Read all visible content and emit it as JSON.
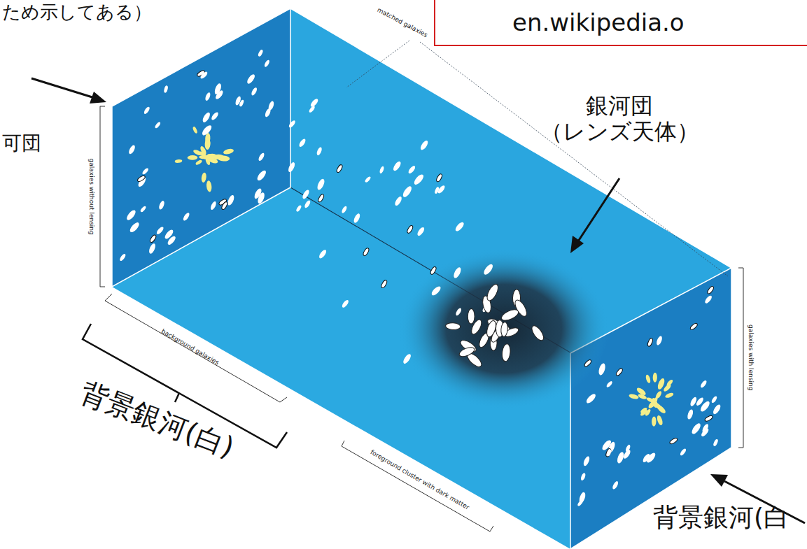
{
  "diagram": {
    "nodes": [
      {
        "text": [
          "en.wikipedia.o"
        ]
      }
    ],
    "labels": [
      "ため示してある）",
      "可団",
      "matched galaxies",
      "銀河団 （レンズ天体）",
      "galaxies without lensing",
      "background galaxies",
      "foreground cluster with dark matter",
      "galaxies with lensing",
      "背景銀河(白)",
      "背景銀河(白"
    ]
  }
}
